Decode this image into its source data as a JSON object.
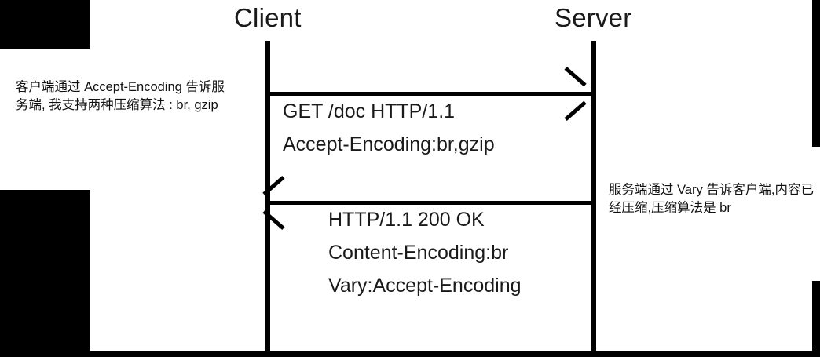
{
  "diagram": {
    "type": "sequence-diagram",
    "title": "HTTP Content Negotiation / Compression (Accept-Encoding, Vary)",
    "actors": [
      {
        "id": "client",
        "label": "Client"
      },
      {
        "id": "server",
        "label": "Server"
      }
    ],
    "messages": [
      {
        "id": "request",
        "from": "client",
        "to": "server",
        "direction": "right",
        "lines": [
          "GET /doc HTTP/1.1",
          "Accept-Encoding:br,gzip"
        ]
      },
      {
        "id": "response",
        "from": "server",
        "to": "client",
        "direction": "left",
        "lines": [
          "HTTP/1.1 200 OK",
          "Content-Encoding:br",
          "Vary:Accept-Encoding"
        ]
      }
    ],
    "notes": [
      {
        "id": "client-note",
        "side": "left",
        "text": "客户端通过 Accept-Encoding 告诉服务端, 我支持两种压缩算法 : br, gzip"
      },
      {
        "id": "server-note",
        "side": "right",
        "text": "服务端通过 Vary 告诉客户端,内容已经压缩,压缩算法是 br"
      }
    ],
    "colors": {
      "ink": "#1a1a1a",
      "line": "#000000",
      "background": "#ffffff",
      "mask": "#000000"
    }
  }
}
